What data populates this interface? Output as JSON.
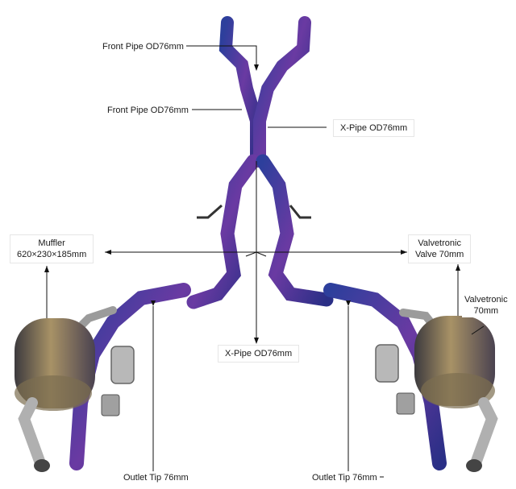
{
  "labels": {
    "front_pipe_top": "Front Pipe OD76mm",
    "front_pipe_mid": "Front Pipe OD76mm",
    "x_pipe_right": "X-Pipe OD76mm",
    "muffler": "Muffler\n620×230×185mm",
    "valvetronic_valve": "Valvetronic\nValve 70mm",
    "valvetronic_right": "Valvetronic\n70mm",
    "x_pipe_center": "X-Pipe OD76mm",
    "outlet_tip_left": "Outlet Tip 76mm",
    "outlet_tip_right": "Outlet Tip 76mm"
  },
  "colors": {
    "titanium_blue": "#3a3f9e",
    "titanium_purple": "#6b3aa0",
    "weld_silver": "#c9c9c9",
    "muffler_bronze": "#8a7a55",
    "callout_line": "#111111"
  }
}
